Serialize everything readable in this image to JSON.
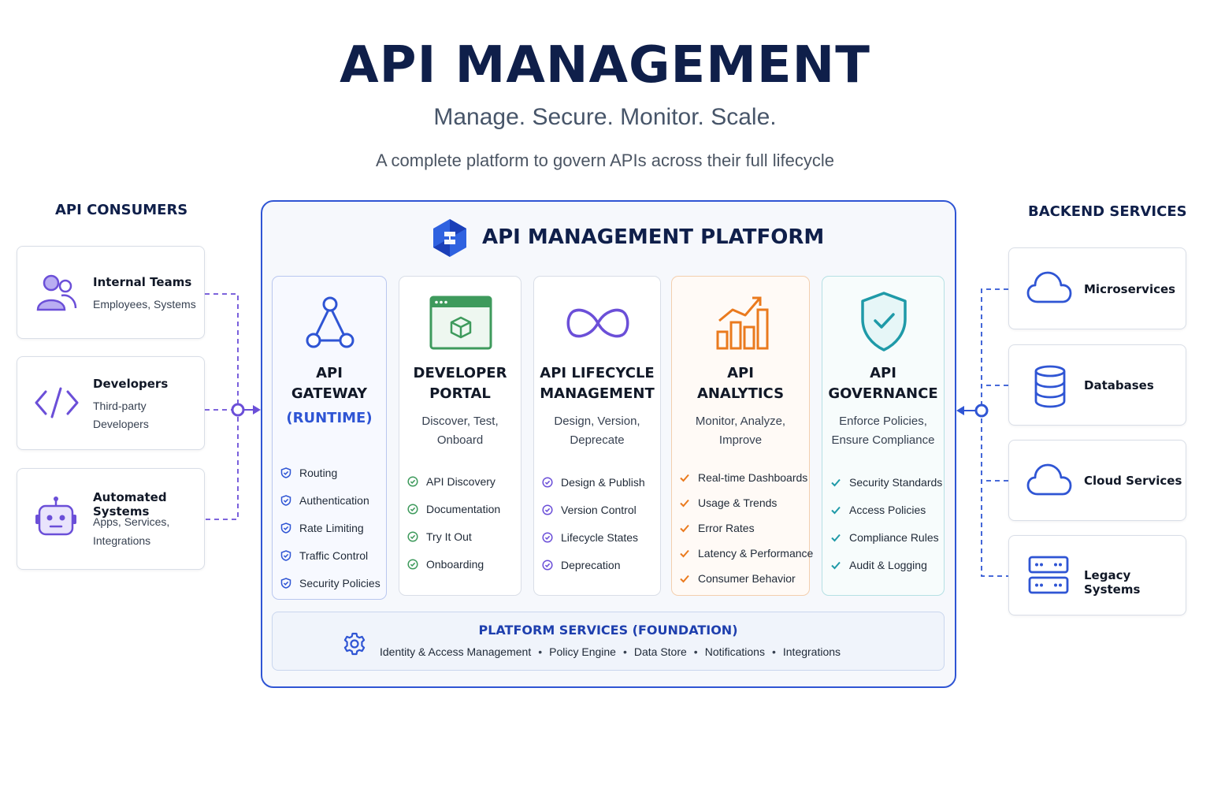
{
  "header": {
    "title": "API MANAGEMENT",
    "tagline": "Manage. Secure. Monitor. Scale.",
    "subline": "A complete platform to govern APIs across their full lifecycle"
  },
  "consumers": {
    "heading": "API CONSUMERS",
    "items": [
      {
        "title": "Internal Teams",
        "sub": "Employees, Systems",
        "icon": "users-icon"
      },
      {
        "title": "Developers",
        "sub1": "Third-party",
        "sub2": "Developers",
        "icon": "code-icon"
      },
      {
        "title": "Automated Systems",
        "sub1": "Apps, Services,",
        "sub2": "Integrations",
        "icon": "robot-icon"
      }
    ]
  },
  "backends": {
    "heading": "BACKEND SERVICES",
    "items": [
      {
        "title": "Microservices",
        "icon": "cloud-icon"
      },
      {
        "title": "Databases",
        "icon": "database-icon"
      },
      {
        "title": "Cloud Services",
        "icon": "cloud-icon"
      },
      {
        "title": "Legacy Systems",
        "icon": "server-icon"
      }
    ]
  },
  "platform": {
    "title": "API MANAGEMENT PLATFORM",
    "columns": [
      {
        "title1": "API",
        "title2": "GATEWAY",
        "title3": "(RUNTIME)",
        "items": [
          "Routing",
          "Authentication",
          "Rate Limiting",
          "Traffic Control",
          "Security Policies"
        ]
      },
      {
        "title1": "DEVELOPER",
        "title2": "PORTAL",
        "sub1": "Discover, Test,",
        "sub2": "Onboard",
        "items": [
          "API Discovery",
          "Documentation",
          "Try It Out",
          "Onboarding"
        ]
      },
      {
        "title1": "API LIFECYCLE",
        "title2": "MANAGEMENT",
        "sub1": "Design, Version,",
        "sub2": "Deprecate",
        "items": [
          "Design & Publish",
          "Version Control",
          "Lifecycle States",
          "Deprecation"
        ]
      },
      {
        "title1": "API",
        "title2": "ANALYTICS",
        "sub1": "Monitor, Analyze,",
        "sub2": "Improve",
        "items": [
          "Real-time Dashboards",
          "Usage & Trends",
          "Error Rates",
          "Latency & Performance",
          "Consumer Behavior"
        ]
      },
      {
        "title1": "API",
        "title2": "GOVERNANCE",
        "sub1": "Enforce Policies,",
        "sub2": "Ensure Compliance",
        "items": [
          "Security Standards",
          "Access Policies",
          "Compliance Rules",
          "Audit & Logging"
        ]
      }
    ],
    "foundation": {
      "title": "PLATFORM SERVICES (FOUNDATION)",
      "items": [
        "Identity & Access Management",
        "Policy Engine",
        "Data Store",
        "Notifications",
        "Integrations"
      ]
    }
  },
  "colors": {
    "navy": "#0f1f4a",
    "blue": "#2f55d4",
    "purple": "#6b4fd8",
    "green": "#3e9a5c",
    "orange": "#ea7a1e",
    "teal": "#1f9aa8"
  }
}
